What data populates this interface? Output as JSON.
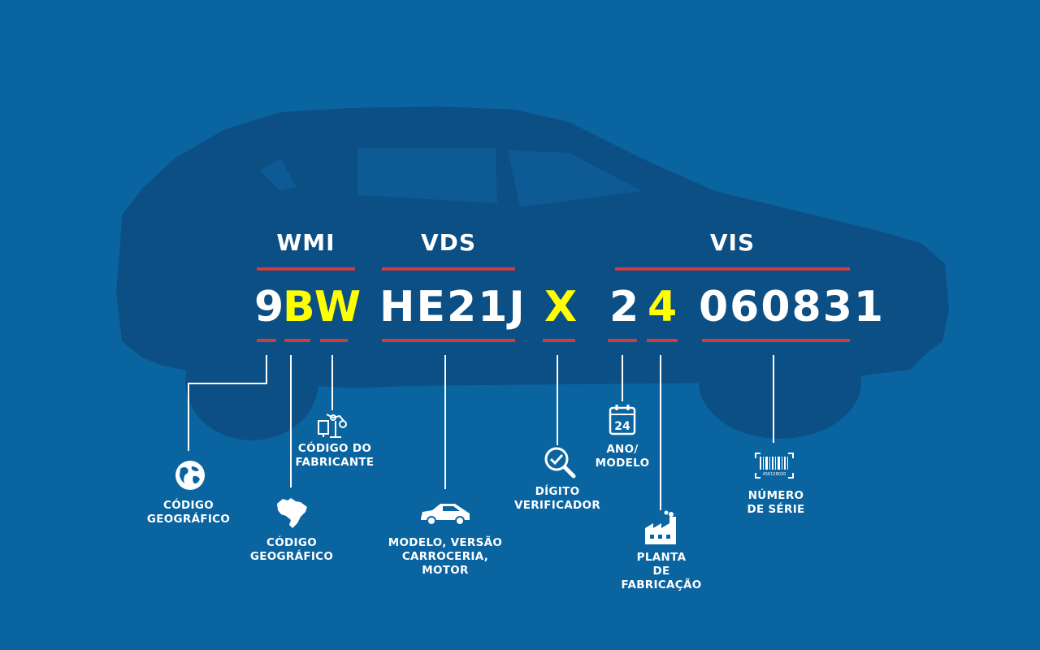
{
  "colors": {
    "background": "#0a64a0",
    "car_silhouette": "#0c4f84",
    "underline_red": "#d43a3a",
    "highlight_yellow": "#ffff00",
    "text_white": "#ffffff"
  },
  "headers": {
    "wmi": "WMI",
    "vds": "VDS",
    "vis": "VIS"
  },
  "vin": {
    "c1": "9",
    "c2": "BW",
    "c3": "HE21J",
    "c4": "X",
    "c5": "2",
    "c6": "4",
    "c7": "060831"
  },
  "labels": {
    "geo1": [
      "CÓDIGO",
      "GEOGRÁFICO"
    ],
    "geo2": [
      "CÓDIGO",
      "GEOGRÁFICO"
    ],
    "manufacturer": [
      "CÓDIGO DO",
      "FABRICANTE"
    ],
    "model": [
      "MODELO, VERSÃO",
      "CARROCERIA,",
      "MOTOR"
    ],
    "check": [
      "DÍGITO",
      "VERIFICADOR"
    ],
    "year": [
      "ANO/",
      "MODELO"
    ],
    "plant": [
      "PLANTA",
      "DE",
      "FABRICAÇÃO"
    ],
    "serial": [
      "NÚMERO",
      "DE SÉRIE"
    ]
  },
  "icons": {
    "geo1": "globe-icon",
    "geo2": "brazil-map-icon",
    "manufacturer": "robot-arm-icon",
    "model": "car-icon",
    "check": "magnifier-check-icon",
    "year": "calendar-icon",
    "calendar_text": "24",
    "plant": "factory-icon",
    "serial": "barcode-icon",
    "barcode_text": "456128020"
  }
}
